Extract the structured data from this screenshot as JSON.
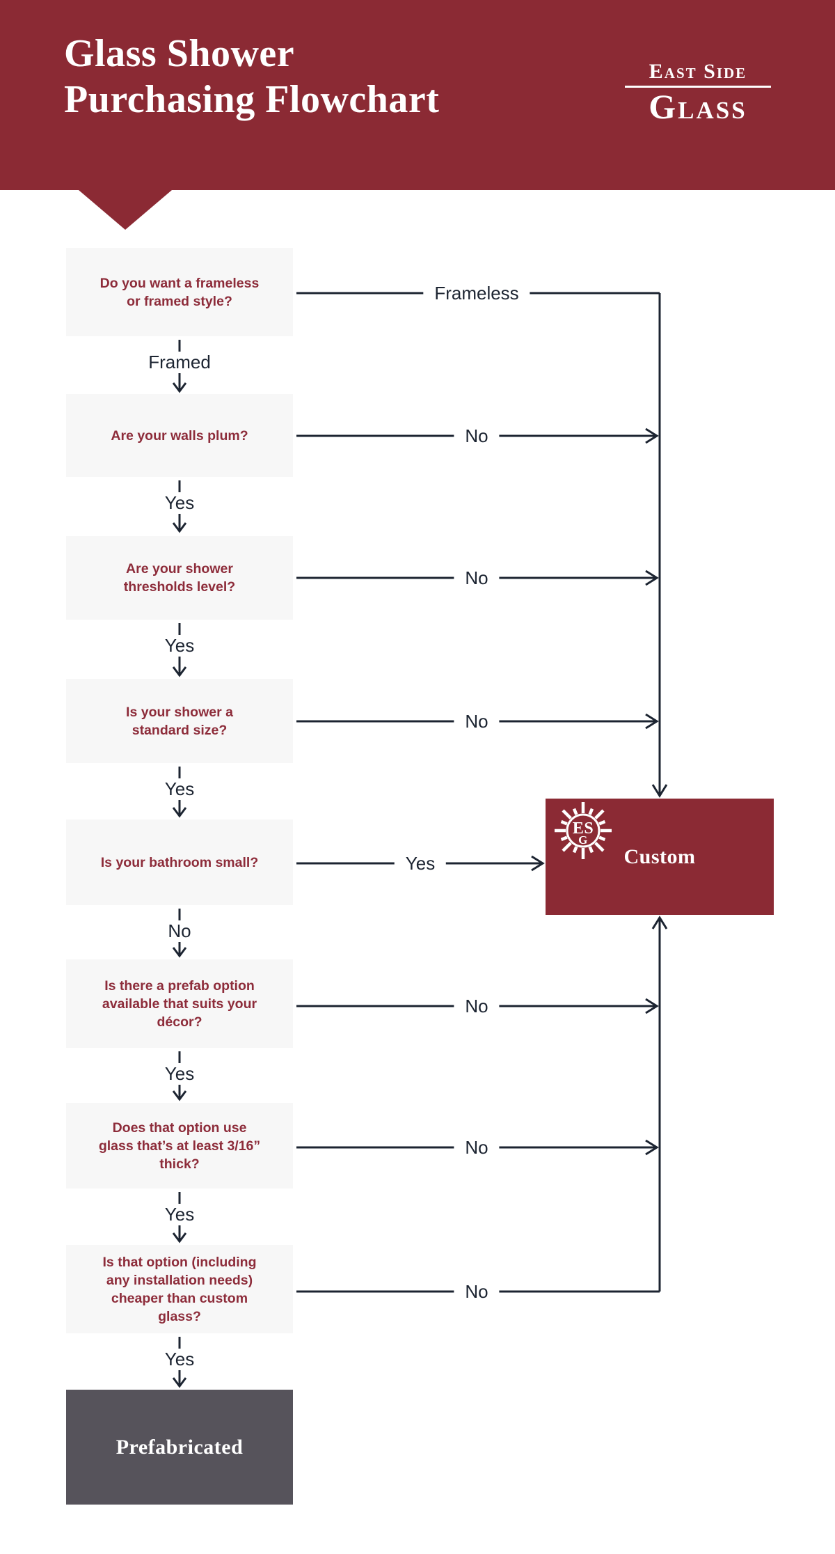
{
  "header": {
    "title_line1": "Glass Shower",
    "title_line2": "Purchasing Flowchart",
    "logo": {
      "top": "East Side",
      "bottom": "Glass"
    }
  },
  "colors": {
    "maroon": "#8B2A34",
    "question_text": "#8D2C3A",
    "box_background": "#F7F7F7",
    "slate_gray": "#56535B",
    "line": "#1C2431"
  },
  "flow": {
    "questions": [
      {
        "text": "Do you want a frameless or framed style?",
        "down_label": "Framed",
        "right_label": "Frameless"
      },
      {
        "text": "Are your walls plum?",
        "down_label": "Yes",
        "right_label": "No"
      },
      {
        "text": "Are your shower thresholds level?",
        "down_label": "Yes",
        "right_label": "No"
      },
      {
        "text": "Is your shower a standard size?",
        "down_label": "Yes",
        "right_label": "No"
      },
      {
        "text": "Is your bathroom small?",
        "down_label": "No",
        "right_label": "Yes"
      },
      {
        "text": "Is there a prefab option available that suits your décor?",
        "down_label": "Yes",
        "right_label": "No"
      },
      {
        "text": "Does that option use glass that’s at least 3/16” thick?",
        "down_label": "Yes",
        "right_label": "No"
      },
      {
        "text": "Is that option (including any installation needs) cheaper than custom glass?",
        "down_label": "Yes",
        "right_label": "No"
      }
    ],
    "outcomes": {
      "custom": "Custom",
      "prefabricated": "Prefabricated"
    },
    "logo_monogram_top": "ES",
    "logo_monogram_bottom": "G"
  }
}
